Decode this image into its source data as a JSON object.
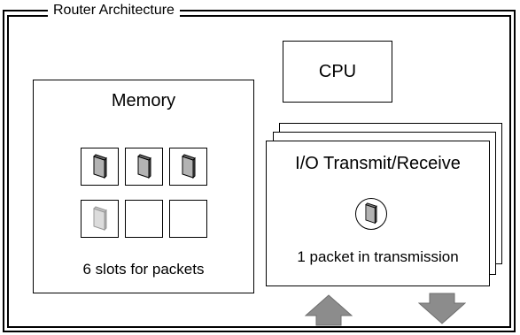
{
  "frame": {
    "title": "Router Architecture"
  },
  "cpu": {
    "label": "CPU"
  },
  "memory": {
    "title": "Memory",
    "caption": "6 slots for packets",
    "slots": [
      {
        "state": "packet"
      },
      {
        "state": "packet"
      },
      {
        "state": "packet"
      },
      {
        "state": "packet-faded"
      },
      {
        "state": "empty"
      },
      {
        "state": "empty"
      }
    ]
  },
  "io": {
    "title": "I/O Transmit/Receive",
    "caption": "1 packet in transmission"
  },
  "arrows": {
    "receive": {
      "direction": "up",
      "icon": "up-arrow-icon"
    },
    "transmit": {
      "direction": "down",
      "icon": "down-arrow-icon"
    }
  },
  "colors": {
    "packet_fill": "#b3b3b3",
    "packet_faded_fill": "#dcdcdc",
    "arrow_fill": "#8c8c8c"
  }
}
